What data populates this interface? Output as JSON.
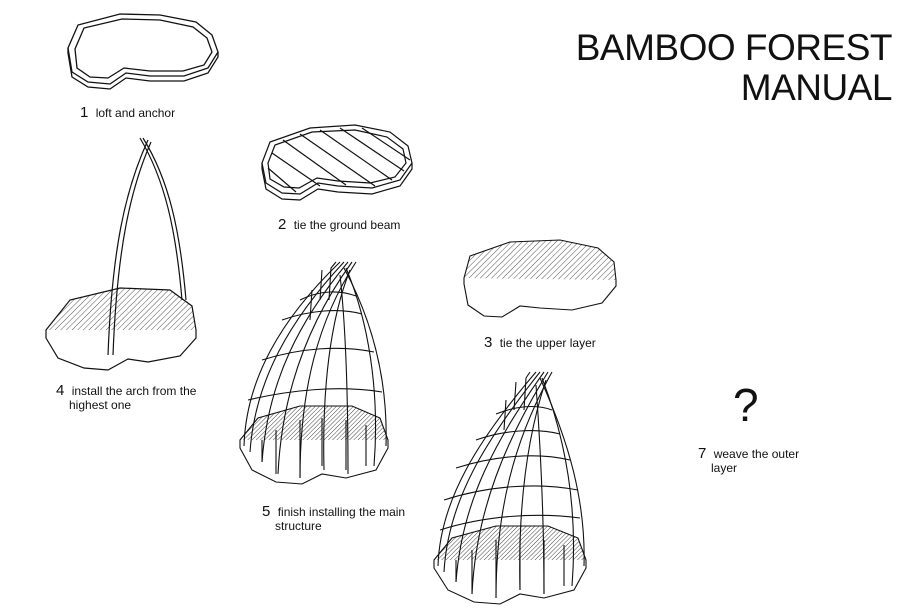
{
  "title": {
    "line1": "BAMBOO FOREST",
    "line2": "MANUAL"
  },
  "steps": [
    {
      "number": "1",
      "text": "loft and anchor"
    },
    {
      "number": "2",
      "text": "tie the ground beam"
    },
    {
      "number": "3",
      "text": "tie the upper layer"
    },
    {
      "number": "4",
      "text": "install the arch from the",
      "text2": "highest one"
    },
    {
      "number": "5",
      "text": "finish installing the main",
      "text2": "structure"
    },
    {
      "number": "7",
      "text": "weave the outer",
      "text2": "layer"
    }
  ],
  "placeholder_symbol": "?"
}
